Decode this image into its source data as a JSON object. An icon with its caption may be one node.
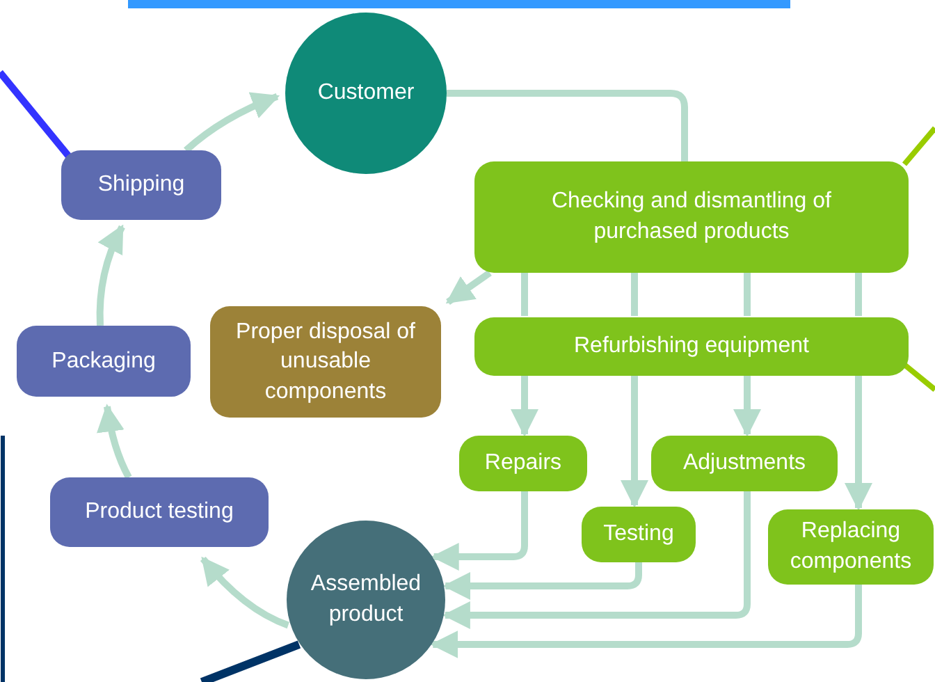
{
  "diagram": {
    "nodes": [
      {
        "text": [
          "Customer"
        ]
      },
      {
        "text": [
          "Checking and dismantling of purchased products"
        ]
      },
      {
        "text": [
          "Proper disposal of unusable components"
        ]
      },
      {
        "text": [
          "Refurbishing equipment"
        ]
      },
      {
        "text": [
          "Repairs"
        ]
      },
      {
        "text": [
          "Adjustments"
        ]
      },
      {
        "text": [
          "Testing"
        ]
      },
      {
        "text": [
          "Replacing components"
        ]
      },
      {
        "text": [
          "Assembled product"
        ]
      },
      {
        "text": [
          "Product testing"
        ]
      },
      {
        "text": [
          "Packaging"
        ]
      },
      {
        "text": [
          "Shipping"
        ]
      }
    ],
    "edges": [
      {
        "from": 0,
        "to": 1,
        "arrow": "none"
      },
      {
        "from": 1,
        "to": 2,
        "arrow": "to"
      },
      {
        "from": 1,
        "to": 3,
        "arrow": "none"
      },
      {
        "from": 1,
        "to": 3,
        "arrow": "none"
      },
      {
        "from": 1,
        "to": 3,
        "arrow": "none"
      },
      {
        "from": 1,
        "to": 3,
        "arrow": "none"
      },
      {
        "from": 3,
        "to": 4,
        "arrow": "to"
      },
      {
        "from": 3,
        "to": 6,
        "arrow": "to"
      },
      {
        "from": 3,
        "to": 5,
        "arrow": "to"
      },
      {
        "from": 3,
        "to": 7,
        "arrow": "to"
      },
      {
        "from": 4,
        "to": 8,
        "arrow": "to"
      },
      {
        "from": 6,
        "to": 8,
        "arrow": "to"
      },
      {
        "from": 5,
        "to": 8,
        "arrow": "to"
      },
      {
        "from": 7,
        "to": 8,
        "arrow": "to"
      },
      {
        "from": 8,
        "to": 9,
        "arrow": "to"
      },
      {
        "from": 9,
        "to": 10,
        "arrow": "to"
      },
      {
        "from": 10,
        "to": 11,
        "arrow": "to"
      },
      {
        "from": 11,
        "to": 0,
        "arrow": "to"
      }
    ]
  }
}
